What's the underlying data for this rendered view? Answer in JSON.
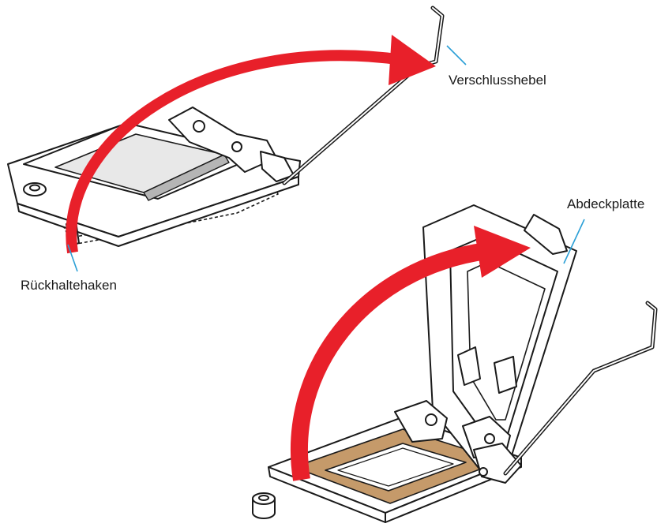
{
  "labels": {
    "lever": "Verschlusshebel",
    "cover_plate": "Abdeckplatte",
    "retention_hook": "Rückhaltehaken"
  },
  "colors": {
    "arrow": "#e8202a",
    "outline": "#1a1a1a",
    "callout": "#2a9fd6",
    "pad": "#c59a6a",
    "window": "#e8e8e8",
    "shadow": "#b5b5b5"
  },
  "icons": {
    "screw_cap": "screw-cap-icon"
  }
}
